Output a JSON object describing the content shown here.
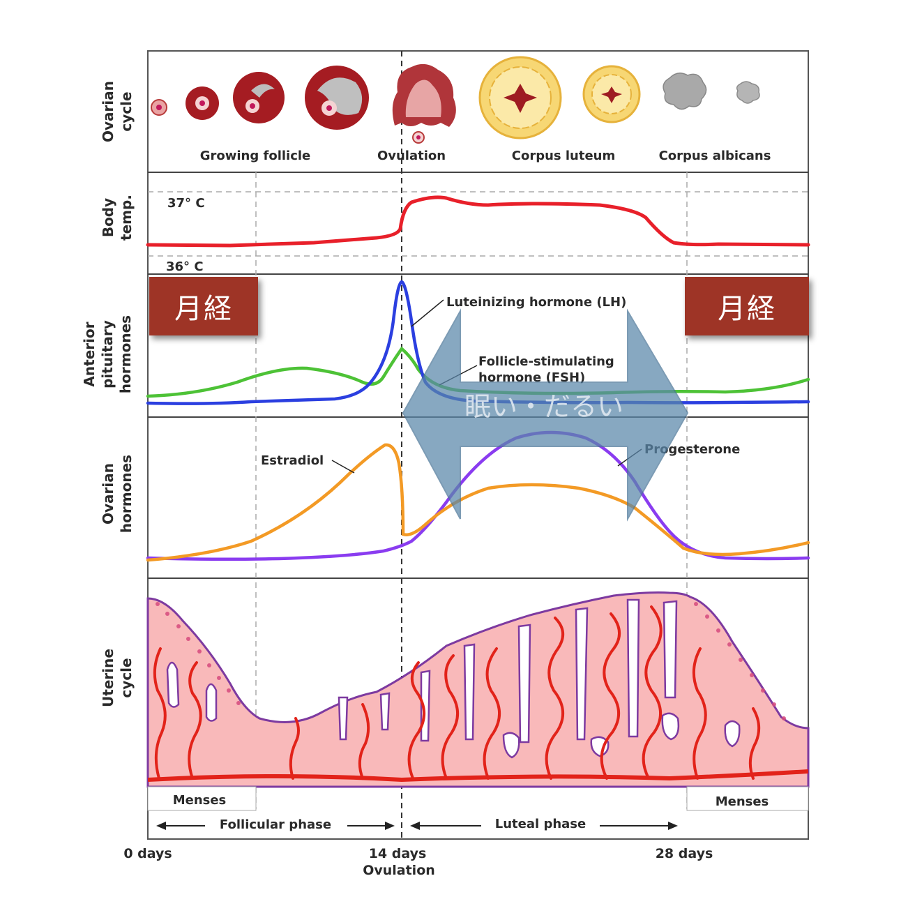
{
  "ovarian_cycle": {
    "label_line1": "Ovarian",
    "label_line2": "cycle",
    "stages": [
      "Growing follicle",
      "Ovulation",
      "Corpus luteum",
      "Corpus albicans"
    ]
  },
  "body_temp": {
    "label_line1": "Body",
    "label_line2": "temp.",
    "high": "37° C",
    "low": "36° C"
  },
  "pituitary": {
    "label_line1": "Anterior",
    "label_line2": "pituitary",
    "label_line3": "hormones",
    "lh": "Luteinizing hormone (LH)",
    "fsh_line1": "Follicle-stimulating",
    "fsh_line2": "hormone (FSH)"
  },
  "ovarian_hormones": {
    "label_line1": "Ovarian",
    "label_line2": "hormones",
    "estradiol": "Estradiol",
    "progesterone": "Progesterone"
  },
  "uterine": {
    "label_line1": "Uterine",
    "label_line2": "cycle",
    "menses_left": "Menses",
    "menses_right": "Menses"
  },
  "phases": {
    "follicular": "Follicular phase",
    "luteal": "Luteal phase"
  },
  "axis": {
    "day0": "0 days",
    "day14": "14 days",
    "ovulation": "Ovulation",
    "day28": "28 days"
  },
  "overlay": {
    "menses_left": "月経",
    "menses_right": "月経",
    "arrow_text": "眠い・だるい"
  },
  "colors": {
    "lh": "#2b3fe0",
    "fsh": "#4dc236",
    "temperature": "#e8202a",
    "estradiol": "#f39a25",
    "progesterone": "#8a3cf0",
    "badge": "#9e3426",
    "arrow": "#5a87aa"
  }
}
